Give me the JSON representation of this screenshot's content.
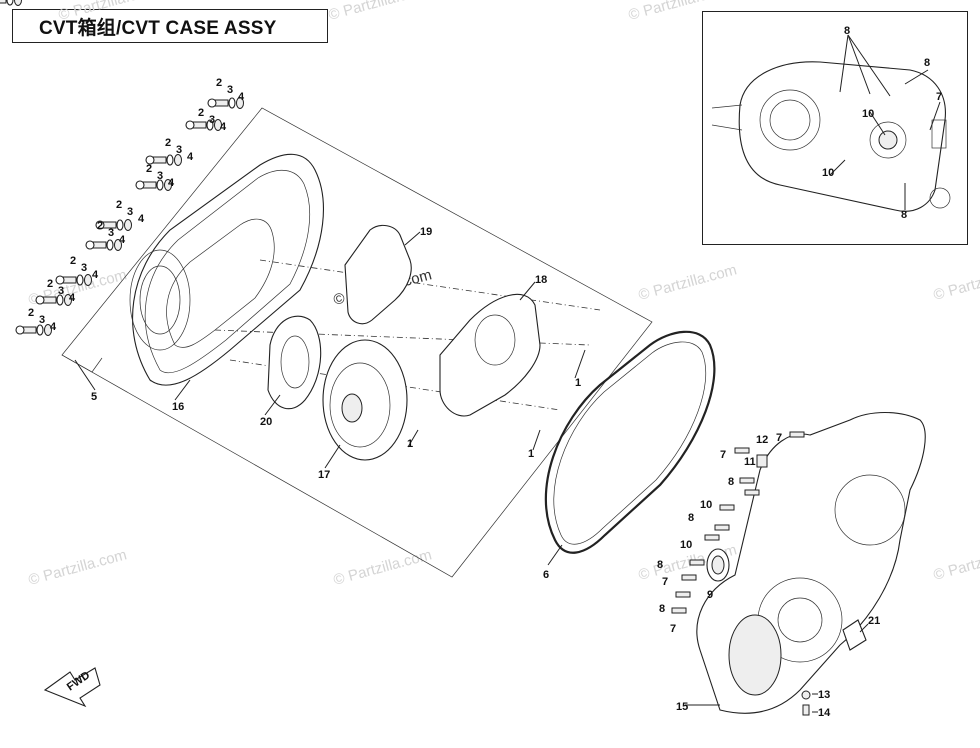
{
  "title": "CVT箱组/CVT CASE ASSY",
  "watermark": "© Partzilla.com",
  "fwd_label": "FWD",
  "callouts": {
    "main": [
      "1",
      "2",
      "3",
      "4",
      "5",
      "6",
      "7",
      "8",
      "9",
      "10",
      "11",
      "12",
      "13",
      "14",
      "15",
      "16",
      "17",
      "18",
      "19",
      "20",
      "21"
    ],
    "inset": [
      "7",
      "8",
      "10"
    ]
  }
}
